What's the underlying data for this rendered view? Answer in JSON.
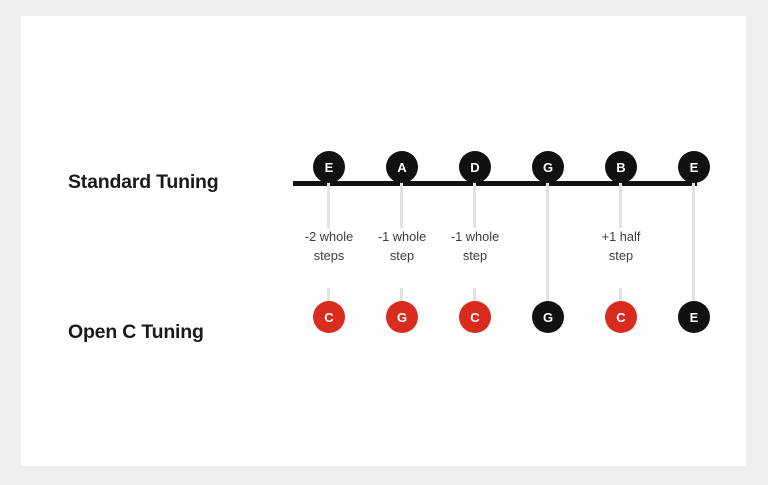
{
  "diagram": {
    "title_standard": "Standard Tuning",
    "title_openc": "Open C Tuning",
    "colors": {
      "background": "#efefef",
      "card": "#ffffff",
      "note_dark": "#111111",
      "note_red": "#da2b1f",
      "connector": "#e2e2e2",
      "bar": "#111111",
      "label_text": "#1a1a1a",
      "interval_text": "#3d3d3d"
    },
    "strings": [
      {
        "index": 1,
        "standard_note": "E",
        "standard_color": "dark",
        "open_c_note": "C",
        "open_c_color": "red",
        "interval_line1": "-2 whole",
        "interval_line2": "steps",
        "has_interval": true
      },
      {
        "index": 2,
        "standard_note": "A",
        "standard_color": "dark",
        "open_c_note": "G",
        "open_c_color": "red",
        "interval_line1": "-1 whole",
        "interval_line2": "step",
        "has_interval": true
      },
      {
        "index": 3,
        "standard_note": "D",
        "standard_color": "dark",
        "open_c_note": "C",
        "open_c_color": "red",
        "interval_line1": "-1 whole",
        "interval_line2": "step",
        "has_interval": true
      },
      {
        "index": 4,
        "standard_note": "G",
        "standard_color": "dark",
        "open_c_note": "G",
        "open_c_color": "dark",
        "interval_line1": "",
        "interval_line2": "",
        "has_interval": false
      },
      {
        "index": 5,
        "standard_note": "B",
        "standard_color": "dark",
        "open_c_note": "C",
        "open_c_color": "red",
        "interval_line1": "+1 half",
        "interval_line2": "step",
        "has_interval": true
      },
      {
        "index": 6,
        "standard_note": "E",
        "standard_color": "dark",
        "open_c_note": "E",
        "open_c_color": "dark",
        "interval_line1": "",
        "interval_line2": "",
        "has_interval": false
      }
    ]
  }
}
